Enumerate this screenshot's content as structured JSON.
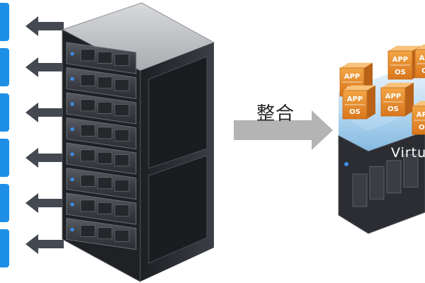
{
  "diagram": {
    "consolidate_label": "整合",
    "virtual_platform_label": "Virtu",
    "vm_app_label": "APP",
    "vm_os_label": "OS",
    "physical_server_count": 6,
    "rack_unit_count": 8,
    "virtual_machine_count": 6
  },
  "colors": {
    "server_blue": "#1e8fe6",
    "rack_dark": "#2a2c31",
    "vm_orange": "#e8892a",
    "platform_blue": "#8fc0e6",
    "arrow_gray": "#b4b4b4"
  },
  "icons": {
    "outgoing_arrow": "left-arrow-icon",
    "consolidate_arrow": "right-arrow-icon"
  }
}
